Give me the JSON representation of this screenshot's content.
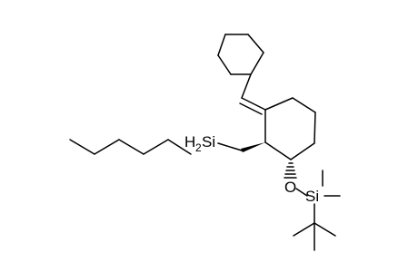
{
  "molecule": {
    "atoms": {
      "silyl_h2_si": {
        "symbol": "Si",
        "prefix": "H",
        "prefix_sub": "2"
      },
      "oxygen": {
        "symbol": "O"
      },
      "tbs_si": {
        "symbol": "Si"
      }
    }
  },
  "colors": {
    "bond": "#000000",
    "background": "#ffffff"
  }
}
